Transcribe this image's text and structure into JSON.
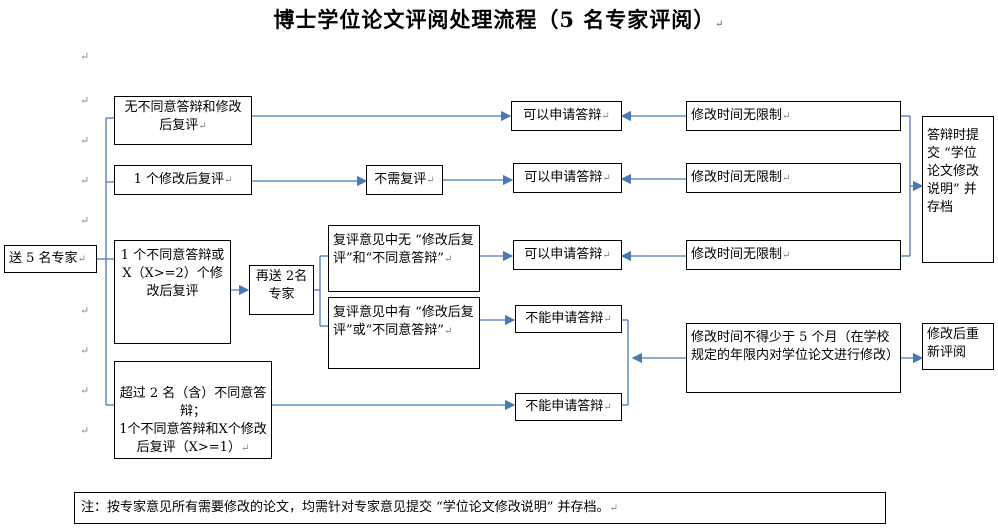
{
  "title": "博士学位论文评阅处理流程（5 名专家评阅）",
  "paragraph_mark": "↵",
  "nodes": {
    "start": "送 5 名专家",
    "case1": "无不同意答辩和修改后复评",
    "case2": "1 个修改后复评",
    "case3": "1 个不同意答辩或 X（X>=2）个修改后复评",
    "case4": "超过 2 名（含）不同意答辩；\n1个不同意答辩和X个修改后复评（X>=1）",
    "no_review": "不需复评",
    "resend": "再送 2名专家",
    "review_ok": "复评意见中无 “修改后复评”和“不同意答辩”",
    "review_bad": "复评意见中有 “修改后复评”或“不同意答辩”",
    "can_defend_1": "可以申请答辩",
    "can_defend_2": "可以申请答辩",
    "can_defend_3": "可以申请答辩",
    "cannot_defend_1": "不能申请答辩",
    "cannot_defend_2": "不能申请答辩",
    "revise_unlimited_1": "修改时间无限制",
    "revise_unlimited_2": "修改时间无限制",
    "revise_unlimited_3": "修改时间无限制",
    "revise_limited": "修改时间不得少于 5 个月（在学校规定的年限内对学位论文进行修改）",
    "submit_note": "答辩时提交 “学位论文修改说明” 并存档",
    "re_review": "修改后重新评阅"
  },
  "note": "注：按专家意见所有需要修改的论文，均需针对专家意见提交 “学位论文修改说明” 并存档。"
}
